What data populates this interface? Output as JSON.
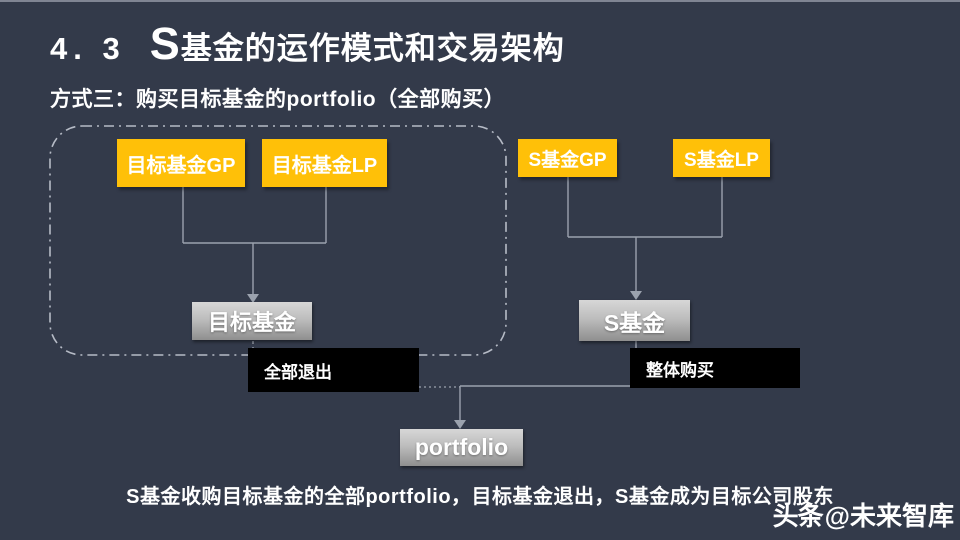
{
  "slide": {
    "section_number": "4. 3",
    "title": "S基金的运作模式和交易架构",
    "subtitle": "方式三：购买目标基金的portfolio（全部购买）",
    "caption": "S基金收购目标基金的全部portfolio，目标基金退出，S基金成为目标公司股东",
    "watermark": {
      "brand": "头条",
      "handle": "@未来智库"
    }
  },
  "diagram": {
    "target_group": {
      "gp_label": "目标基金GP",
      "lp_label": "目标基金LP",
      "fund_label": "目标基金",
      "action_label": "全部退出"
    },
    "s_group": {
      "gp_label": "S基金GP",
      "lp_label": "S基金LP",
      "fund_label": "S基金",
      "action_label": "整体购买"
    },
    "result_label": "portfolio"
  },
  "colors": {
    "background": "#333A4A",
    "box_yellow": "#FFC008",
    "box_gray_top": "#D7D7D7",
    "box_gray_bottom": "#8F8F8F",
    "label_black": "#000000",
    "line_gray": "#9BA2AE",
    "dashed_border": "#B6BBC6",
    "text_white": "#FFFFFF"
  }
}
